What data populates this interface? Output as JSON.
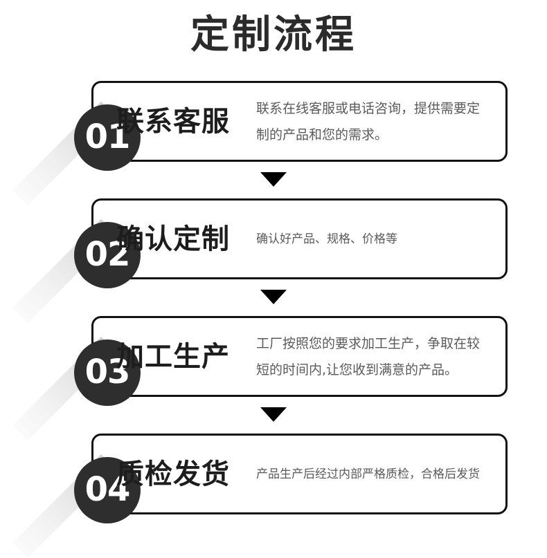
{
  "header": {
    "title": "定制流程"
  },
  "colors": {
    "background": "#ffffff",
    "title_text": "#2b2b2b",
    "card_border": "#111111",
    "badge_fill": "#2e2e2e",
    "badge_text": "#ffffff",
    "heading_text": "#1d1d1d",
    "description_text": "#5a5a5a",
    "arrow": "#000000",
    "badge_shadow": "#d9d9d9"
  },
  "connector": {
    "icon": "triangle-down-icon"
  },
  "steps": [
    {
      "number": "01",
      "heading": "联系客服",
      "description": "联系在线客服或电话咨询，提供需要定制的产品和您的需求。",
      "desc_size": "size-lg"
    },
    {
      "number": "02",
      "heading": "确认定制",
      "description": "确认好产品、规格、价格等",
      "desc_size": "size-sm"
    },
    {
      "number": "03",
      "heading": "加工生产",
      "description": "工厂按照您的要求加工生产，争取在较短的时间内,让您收到满意的产品。",
      "desc_size": "size-lg"
    },
    {
      "number": "04",
      "heading": "质检发货",
      "description": "产品生产后经过内部严格质检，合格后发货",
      "desc_size": "size-sm"
    }
  ]
}
